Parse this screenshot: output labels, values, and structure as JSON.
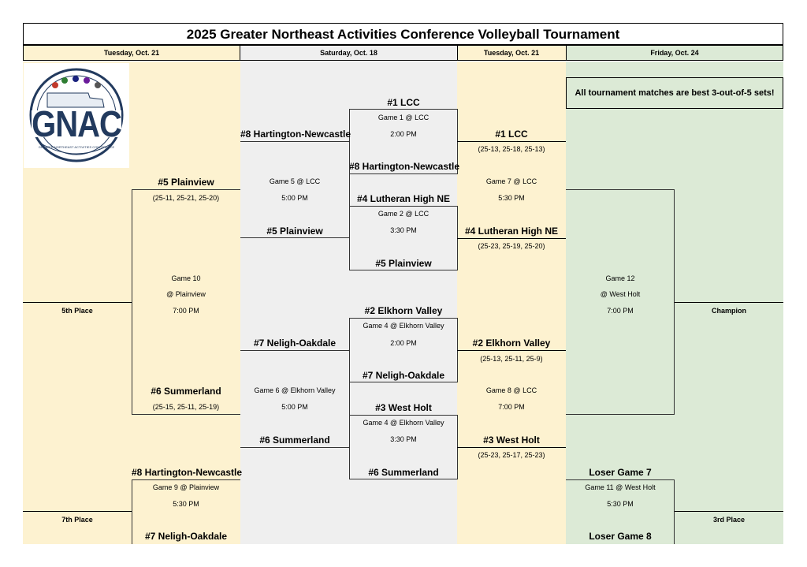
{
  "title": "2025 Greater Northeast Activities Conference Volleyball Tournament",
  "columns": [
    "Tuesday, Oct. 21",
    "Saturday, Oct. 18",
    "Tuesday, Oct. 21",
    "Friday, Oct. 24"
  ],
  "colors": {
    "cream": "#fdf2d0",
    "gray": "#efefef",
    "green": "#dcead6"
  },
  "logo": {
    "text": "GNAC",
    "ring_text": "GREATER NORTHEAST ACTIVITIES CONFERENCE"
  },
  "note": "All tournament matches are best 3-out-of-5 sets!",
  "g1": {
    "top": "#1 LCC",
    "line1": "Game 1 @ LCC",
    "line2": "2:00 PM",
    "bottom": "#8 Hartington-Newcastle"
  },
  "g2": {
    "top": "#4 Lutheran High NE",
    "line1": "Game 2 @ LCC",
    "line2": "3:30 PM",
    "bottom": "#5 Plainview"
  },
  "g3": {
    "top": "#2 Elkhorn Valley",
    "line1": "Game 4 @ Elkhorn Valley",
    "line2": "2:00 PM",
    "bottom": "#7 Neligh-Oakdale"
  },
  "g4": {
    "top": "#3 West Holt",
    "line1": "Game 4 @ Elkhorn Valley",
    "line2": "3:30 PM",
    "bottom": "#6 Summerland"
  },
  "g5": {
    "top": "#8 Hartington-Newcastle",
    "line1": "Game 5 @ LCC",
    "line2": "5:00 PM",
    "bottom": "#5 Plainview"
  },
  "g6": {
    "top": "#7 Neligh-Oakdale",
    "line1": "Game 6 @ Elkhorn Valley",
    "line2": "5:00 PM",
    "bottom": "#6 Summerland"
  },
  "g7": {
    "top": "#1 LCC",
    "top_score": "(25-13, 25-18, 25-13)",
    "line1": "Game 7 @ LCC",
    "line2": "5:30 PM",
    "bottom": "#4 Lutheran High NE",
    "bottom_score": "(25-23, 25-19, 25-20)"
  },
  "g8": {
    "top": "#2 Elkhorn Valley",
    "top_score": "(25-13, 25-11, 25-9)",
    "line1": "Game 8 @ LCC",
    "line2": "7:00 PM",
    "bottom": "#3 West Holt",
    "bottom_score": "(25-23, 25-17, 25-23)"
  },
  "g10": {
    "top": "#5 Plainview",
    "top_score": "(25-11, 25-21, 25-20)",
    "line1": "Game 10",
    "line2": "@ Plainview",
    "line3": "7:00 PM",
    "bottom": "#6 Summerland",
    "bottom_score": "(25-15, 25-11, 25-19)",
    "result": "5th Place"
  },
  "g9": {
    "top": "#8 Hartington-Newcastle",
    "line1": "Game 9 @ Plainview",
    "line2": "5:30 PM",
    "bottom": "#7 Neligh-Oakdale",
    "result": "7th Place"
  },
  "g12": {
    "line1": "Game 12",
    "line2": "@ West Holt",
    "line3": "7:00 PM",
    "result": "Champion"
  },
  "g11": {
    "top": "Loser Game 7",
    "line1": "Game 11 @ West Holt",
    "line2": "5:30 PM",
    "bottom": "Loser Game 8",
    "result": "3rd Place"
  }
}
